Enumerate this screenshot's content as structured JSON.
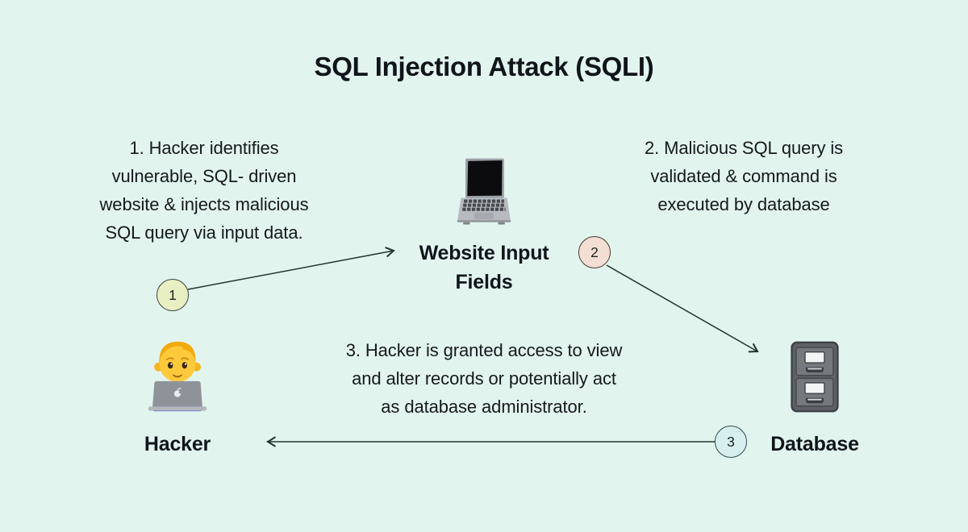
{
  "title": "SQL Injection Attack (SQLI)",
  "steps": {
    "step1": {
      "lines": [
        "1. Hacker identifies",
        "vulnerable, SQL- driven",
        "website & injects malicious",
        "SQL query via input data."
      ]
    },
    "step2": {
      "lines": [
        "2. Malicious SQL query is",
        "validated & command is",
        "executed by database"
      ]
    },
    "step3": {
      "lines": [
        "3. Hacker is granted access to view",
        "and alter records or potentially act",
        "as database administrator."
      ]
    }
  },
  "nodes": {
    "website": {
      "icon": "laptop-icon",
      "label_lines": [
        "Website Input",
        "Fields"
      ]
    },
    "hacker": {
      "icon": "man-technologist-icon",
      "label": "Hacker"
    },
    "database": {
      "icon": "file-cabinet-icon",
      "label": "Database"
    }
  },
  "badges": [
    {
      "number": "1",
      "fill": "#e8efc2",
      "border": "#3c4440"
    },
    {
      "number": "2",
      "fill": "#f2ded2",
      "border": "#4a3b33"
    },
    {
      "number": "3",
      "fill": "#d7f0ef",
      "border": "#2f4a4c"
    }
  ],
  "colors": {
    "background": "#e2f4ee",
    "text": "#14191e",
    "arrow": "#233430"
  }
}
